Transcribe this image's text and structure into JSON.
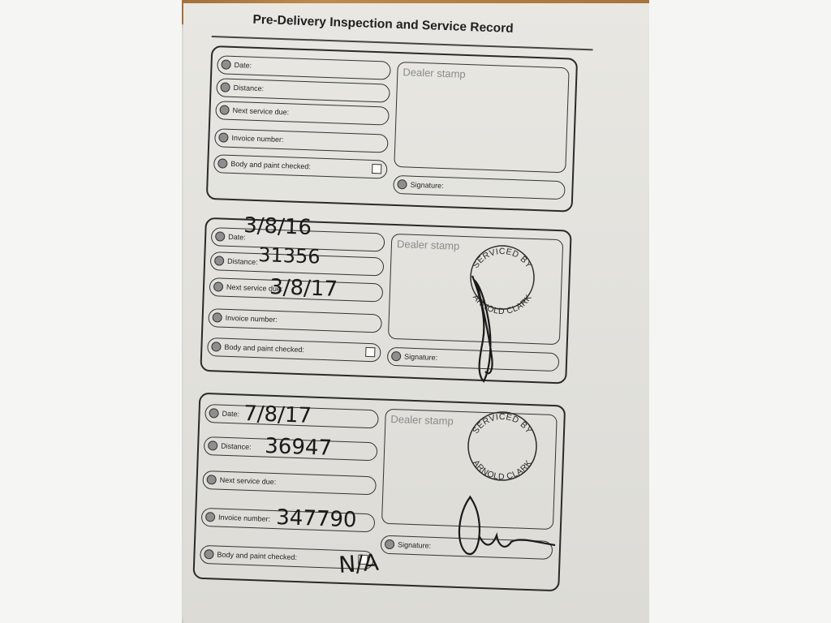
{
  "form": {
    "title": "Pre-Delivery Inspection and Service Record",
    "labels": {
      "date": "Date:",
      "distance": "Distance:",
      "next_service": "Next service due:",
      "invoice": "Invoice number:",
      "body_paint": "Body and paint checked:",
      "dealer_stamp": "Dealer stamp",
      "signature": "Signature:"
    },
    "entries": [
      {
        "date": "",
        "distance": "",
        "next_service_due": "",
        "invoice_number": "",
        "body_paint_checked": "",
        "stamp": ""
      },
      {
        "date": "3/8/16",
        "distance": "31356",
        "next_service_due": "3/8/17",
        "invoice_number": "",
        "body_paint_checked": "",
        "stamp": "SERVICED BY ARNOLD CLARK"
      },
      {
        "date": "7/8/17",
        "distance": "36947",
        "next_service_due": "",
        "invoice_number": "347790",
        "body_paint_checked": "N/A",
        "stamp": "SERVICED BY ARNOLD CLARK"
      }
    ],
    "stamp_text": {
      "top": "SERVICED BY",
      "bottom": "ARNOLD CLARK"
    }
  }
}
